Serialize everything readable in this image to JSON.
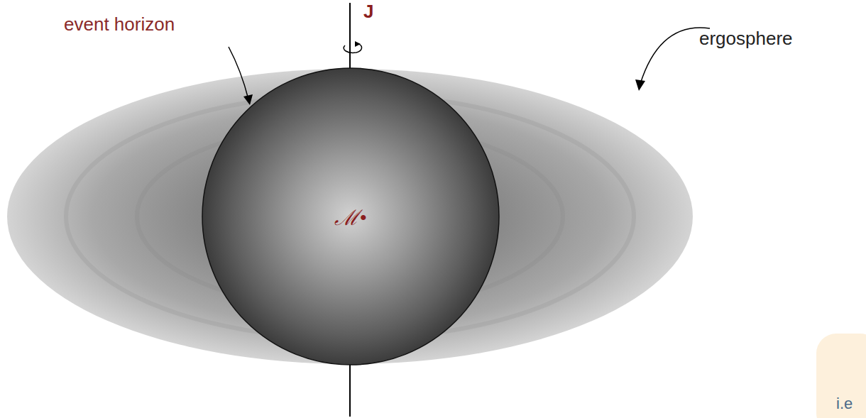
{
  "diagram": {
    "nodes": [
      {
        "text": [
          "ℳ•"
        ]
      }
    ],
    "labels": [
      "event horizon",
      "J",
      "ergosphere",
      "i.e"
    ]
  }
}
